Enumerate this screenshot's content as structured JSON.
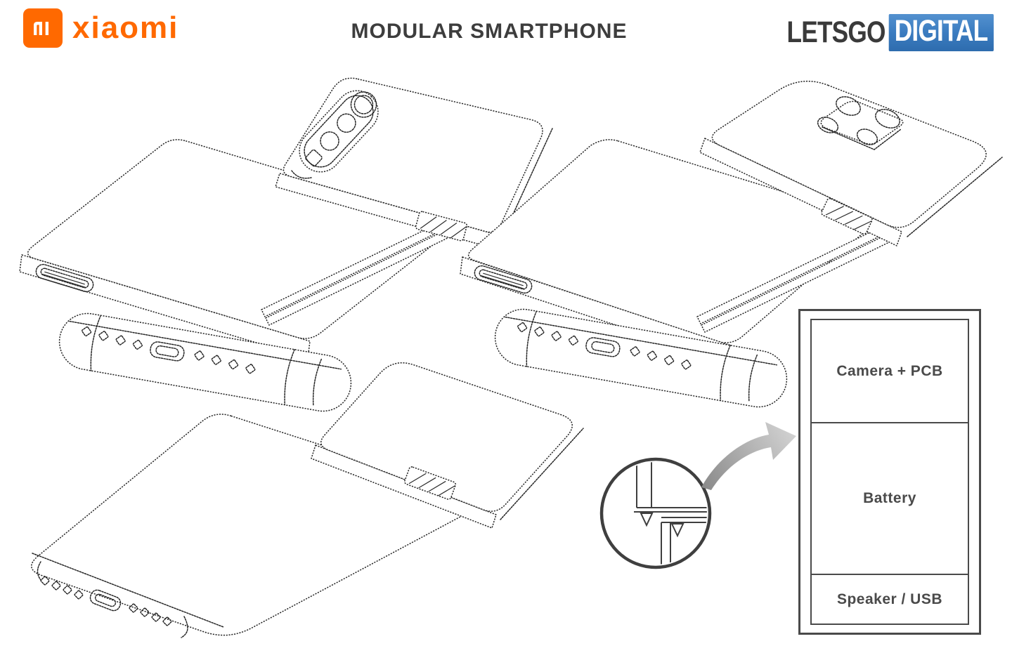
{
  "header": {
    "brand": {
      "wordmark": "xiaomi"
    },
    "title": "MODULAR SMARTPHONE",
    "publisher": {
      "word1": "LETSGO",
      "word2": "DIGITAL"
    }
  },
  "diagram": {
    "sections": [
      {
        "label": "Camera + PCB"
      },
      {
        "label": "Battery"
      },
      {
        "label": "Speaker / USB"
      }
    ]
  },
  "colors": {
    "brand_orange": "#ff6900",
    "publisher_blue": "#3b7cc0",
    "ink": "#3d3d3d",
    "line_art": "#262626"
  }
}
